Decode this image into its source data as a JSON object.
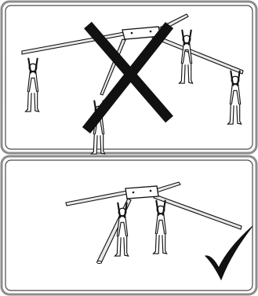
{
  "panels": [
    {
      "id": "incorrect",
      "verdict": "wrong",
      "mark_icon": "cross-mark-icon",
      "people_count": 4,
      "supports_horizontal": true
    },
    {
      "id": "correct",
      "verdict": "right",
      "mark_icon": "check-mark-icon",
      "people_count": 2,
      "supports_horizontal": false
    }
  ],
  "colors": {
    "frame_outer": "#8c8c8c",
    "frame_inner": "#4a4a4a",
    "ink": "#111111",
    "pole": "#e8e8e8",
    "background": "#ffffff"
  }
}
